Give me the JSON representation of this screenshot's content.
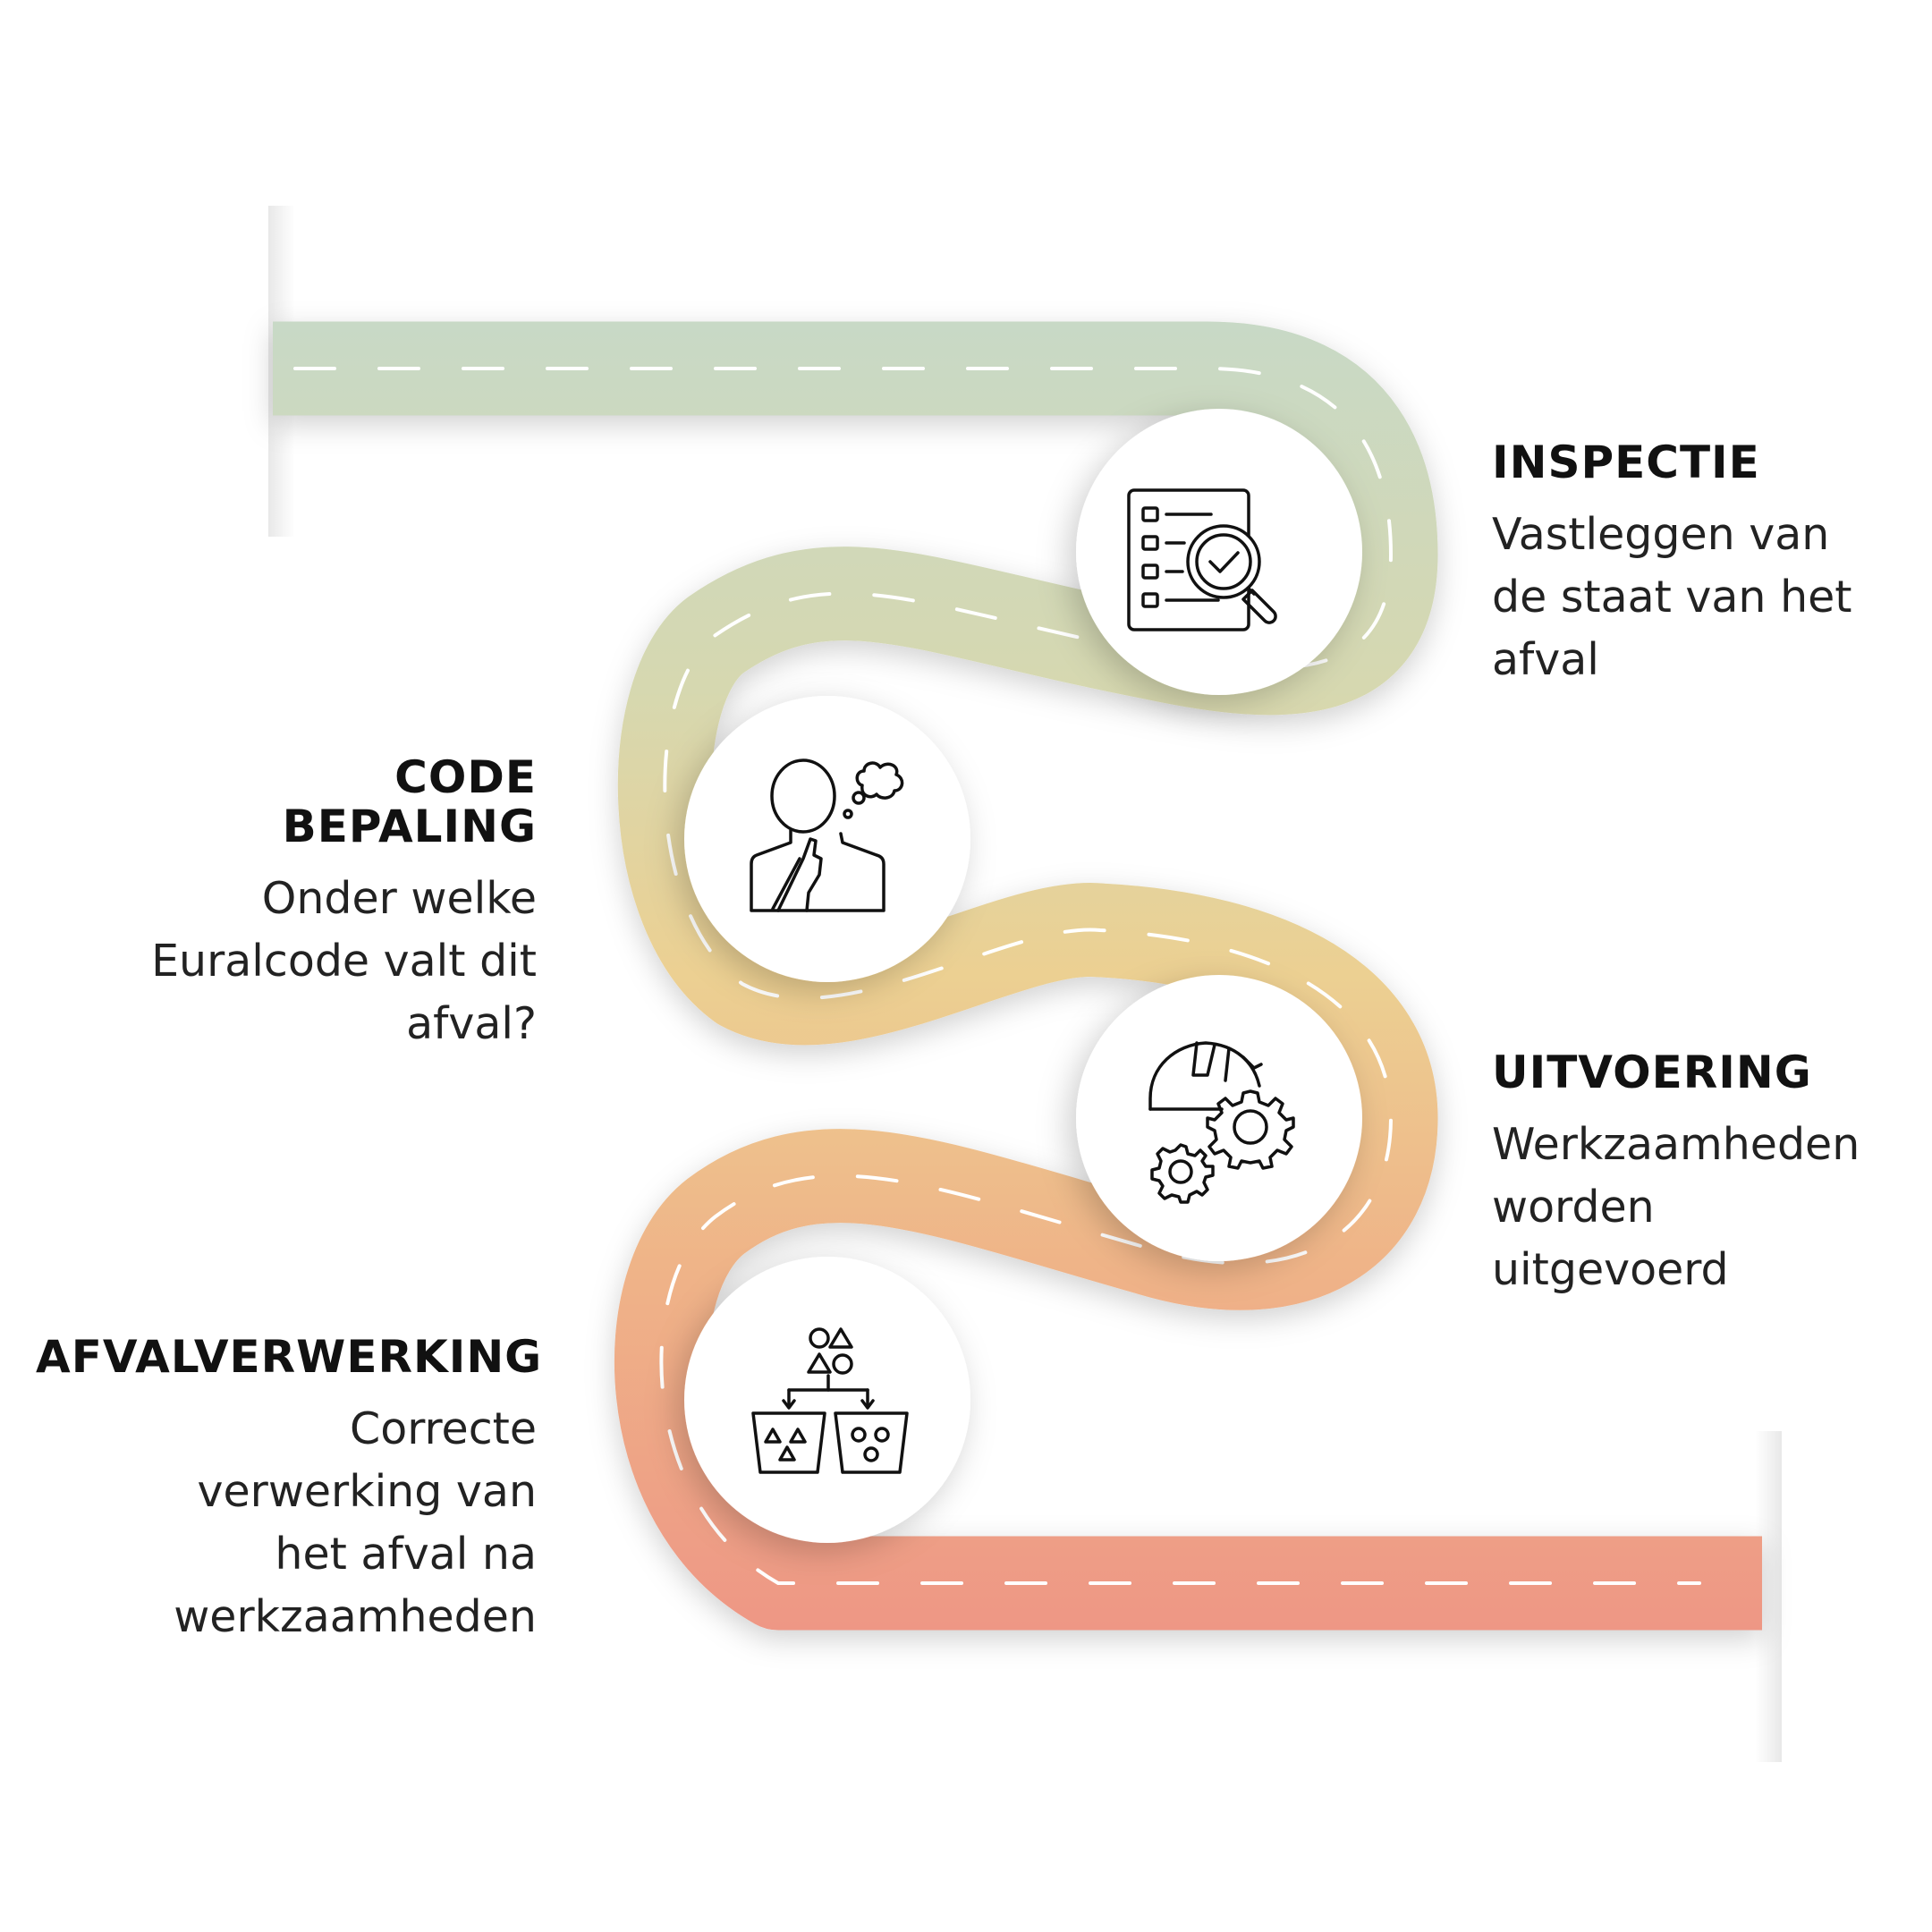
{
  "steps": [
    {
      "title": "INSPECTIE",
      "description": "Vastleggen van de staat van het afval",
      "icon": "inspection-checklist-magnifier-icon"
    },
    {
      "title": "CODE BEPALING",
      "description": "Onder welke Euralcode valt dit afval?",
      "icon": "thinking-person-icon"
    },
    {
      "title": "UITVOERING",
      "description": "Werkzaamheden worden uitgevoerd",
      "icon": "helmet-gears-icon"
    },
    {
      "title": "AFVALVERWERKING",
      "description": "Correcte verwerking van het afval na werkzaamheden",
      "icon": "waste-sorting-icon"
    }
  ],
  "colors": {
    "road_start": "#c8d9c6",
    "road_mid1": "#d6d8b0",
    "road_mid2": "#ecd092",
    "road_mid3": "#efb488",
    "road_end": "#ee9785",
    "dash": "#ffffff",
    "circle": "#ffffff",
    "text": "#111111"
  }
}
